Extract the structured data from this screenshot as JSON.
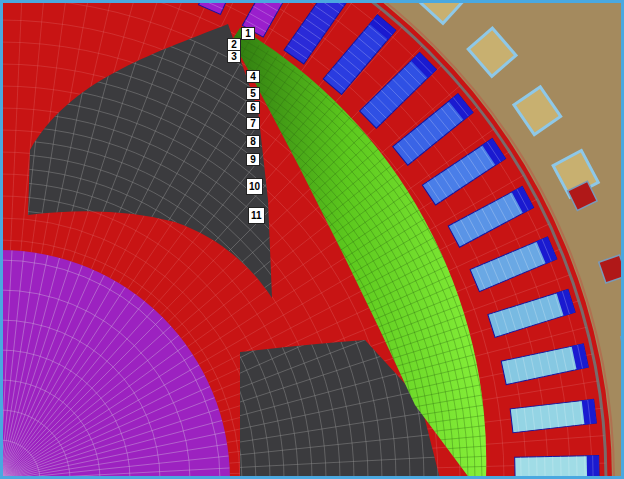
{
  "diagram": {
    "labels": [
      "1",
      "2",
      "3",
      "4",
      "5",
      "6",
      "7",
      "8",
      "9",
      "10",
      "11"
    ]
  }
}
